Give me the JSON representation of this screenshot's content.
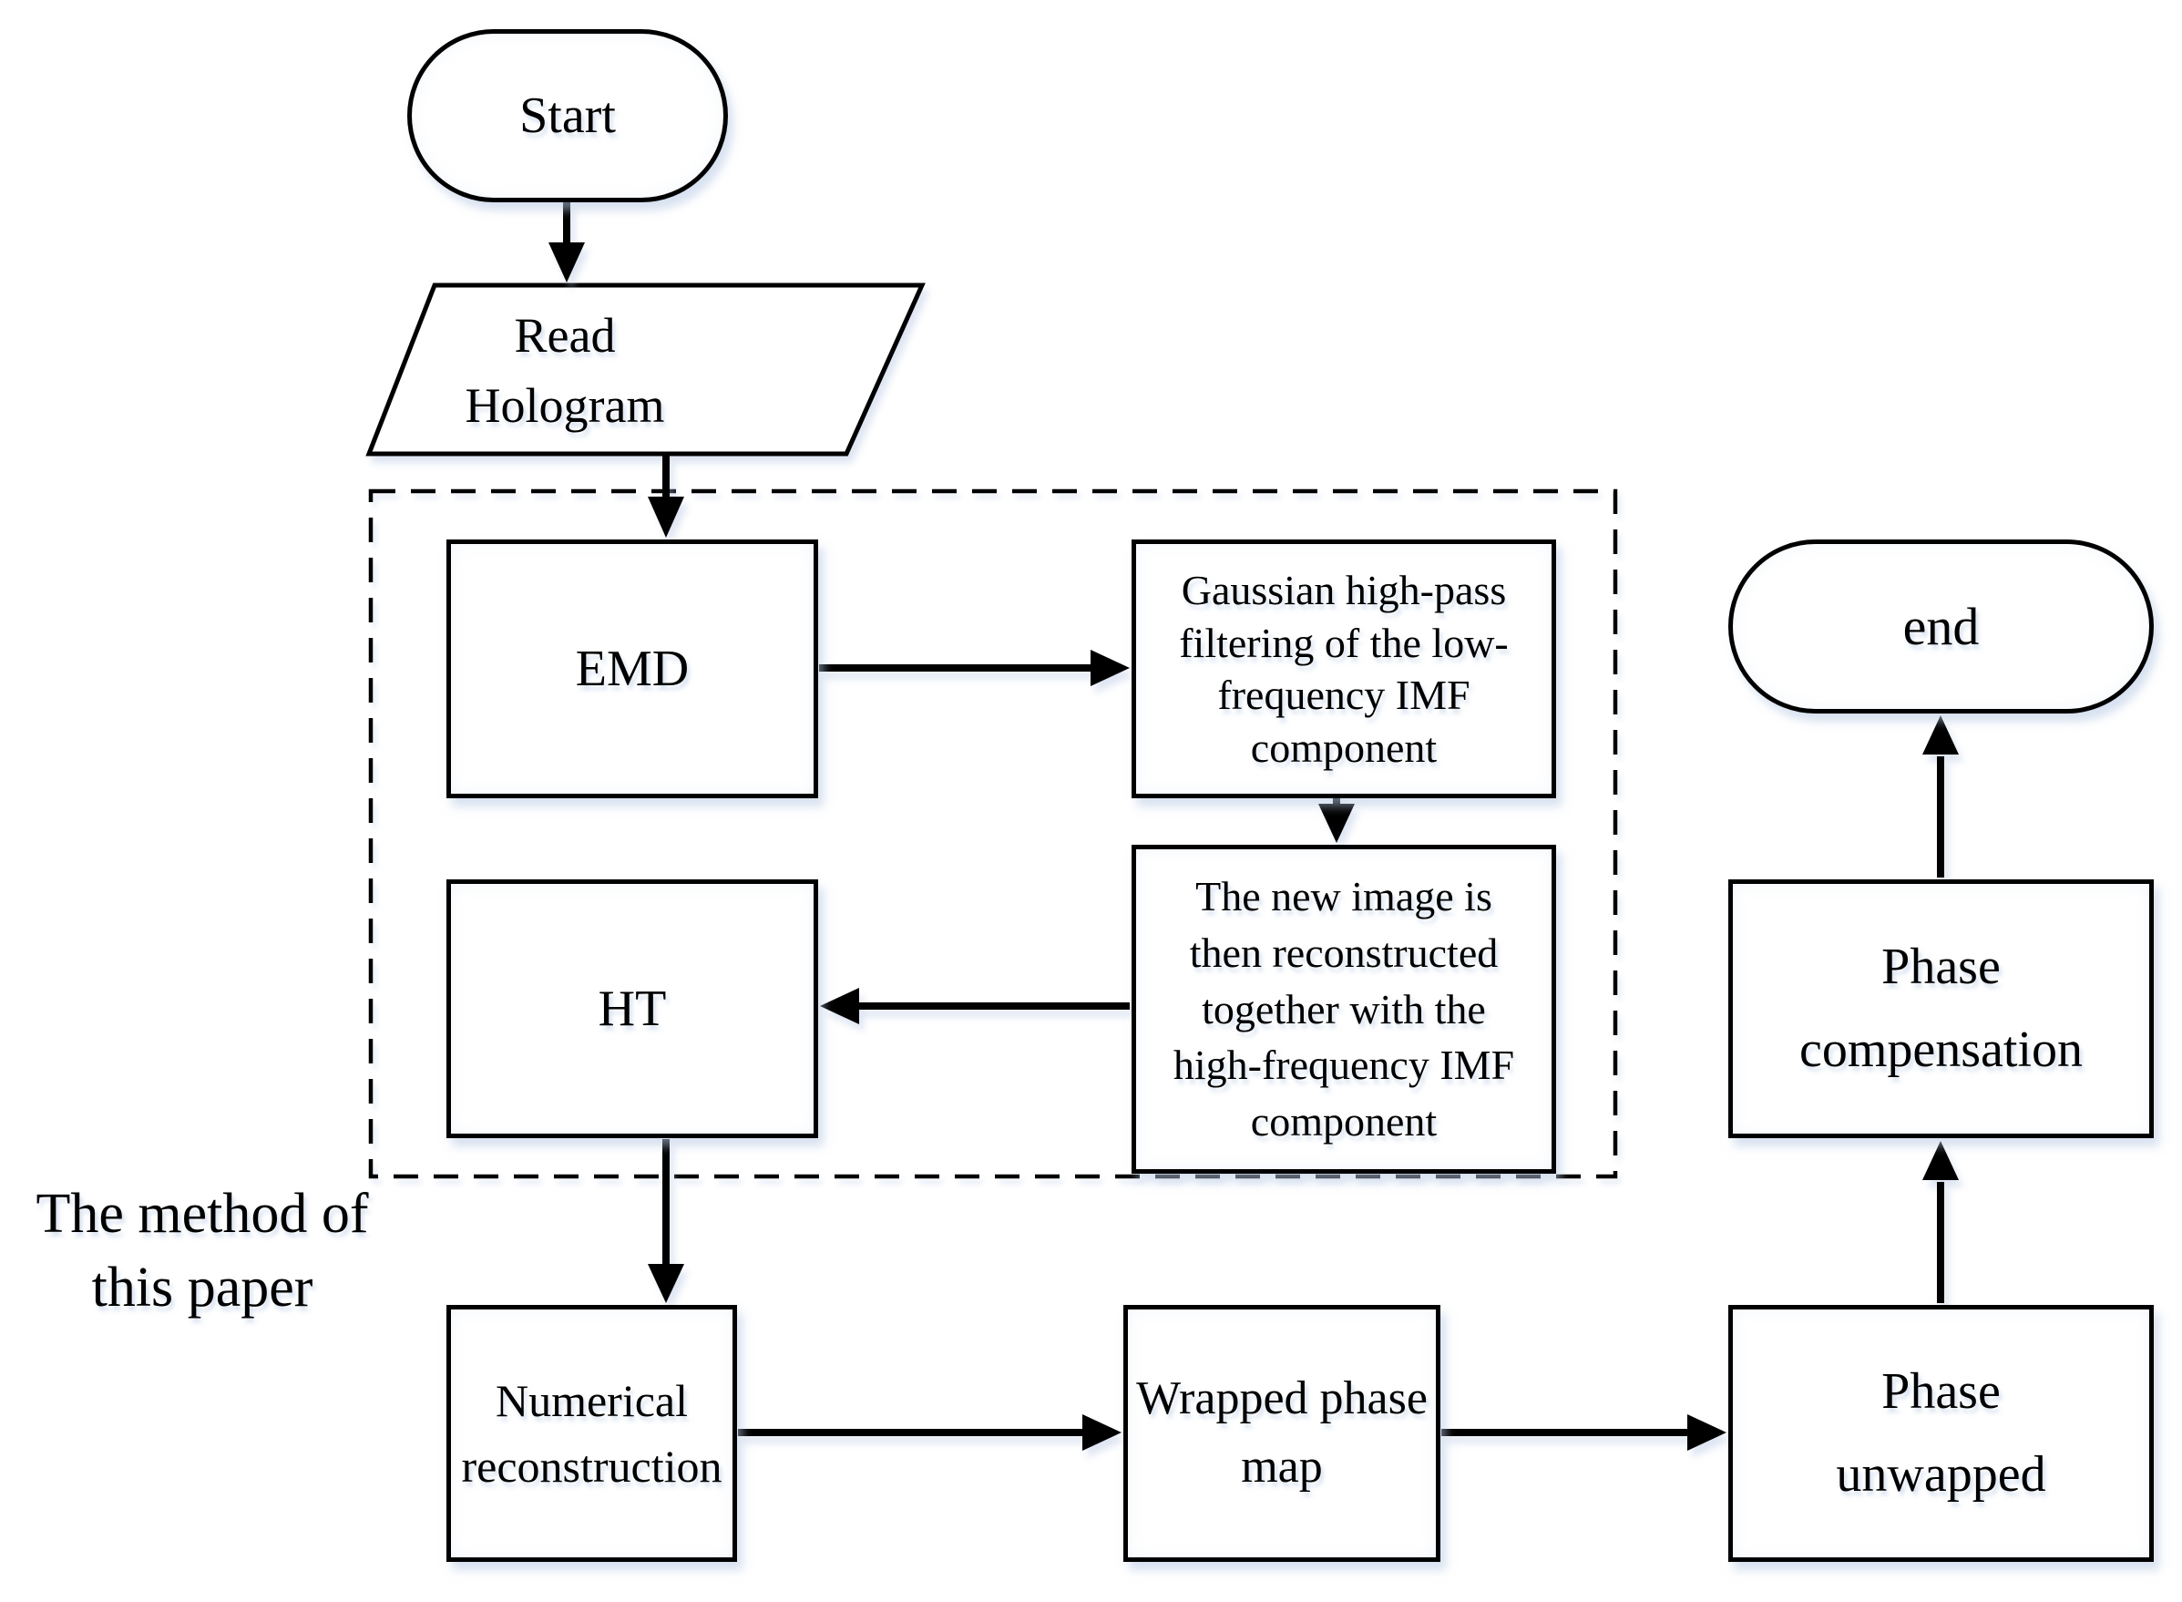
{
  "figure": {
    "caption_lines": [
      "The method of",
      "this paper"
    ],
    "nodes": {
      "start": {
        "shape": "stadium",
        "label": "Start"
      },
      "read_hologram": {
        "shape": "parallelogram",
        "lines": [
          "Read",
          "Hologram"
        ]
      },
      "emd": {
        "shape": "process",
        "label": "EMD"
      },
      "gaussian_filter": {
        "shape": "process",
        "lines": [
          "Gaussian high-pass",
          "filtering of the low-",
          "frequency IMF",
          "component"
        ]
      },
      "ht": {
        "shape": "process",
        "label": "HT"
      },
      "reconstruct_image": {
        "shape": "process",
        "lines": [
          "The new image is",
          "then reconstructed",
          "together with the",
          "high-frequency IMF",
          "component"
        ]
      },
      "numerical_reconstruction": {
        "shape": "process",
        "lines": [
          "Numerical",
          "reconstruction"
        ]
      },
      "wrapped_phase_map": {
        "shape": "process",
        "lines": [
          "Wrapped phase",
          "map"
        ]
      },
      "phase_unwrapped": {
        "shape": "process",
        "lines": [
          "Phase",
          "unwapped"
        ]
      },
      "phase_compensation": {
        "shape": "process",
        "lines": [
          "Phase",
          "compensation"
        ]
      },
      "end": {
        "shape": "stadium",
        "label": "end"
      }
    },
    "edges": [
      {
        "from": "start",
        "to": "read_hologram"
      },
      {
        "from": "read_hologram",
        "to": "emd"
      },
      {
        "from": "emd",
        "to": "gaussian_filter"
      },
      {
        "from": "gaussian_filter",
        "to": "reconstruct_image"
      },
      {
        "from": "reconstruct_image",
        "to": "ht"
      },
      {
        "from": "ht",
        "to": "numerical_reconstruction"
      },
      {
        "from": "numerical_reconstruction",
        "to": "wrapped_phase_map"
      },
      {
        "from": "wrapped_phase_map",
        "to": "phase_unwrapped"
      },
      {
        "from": "phase_unwrapped",
        "to": "phase_compensation"
      },
      {
        "from": "phase_compensation",
        "to": "end"
      }
    ],
    "colors": {
      "stroke": "#000000",
      "fill": "#ffffff",
      "shadow_tint": "#b7c8e4"
    }
  }
}
